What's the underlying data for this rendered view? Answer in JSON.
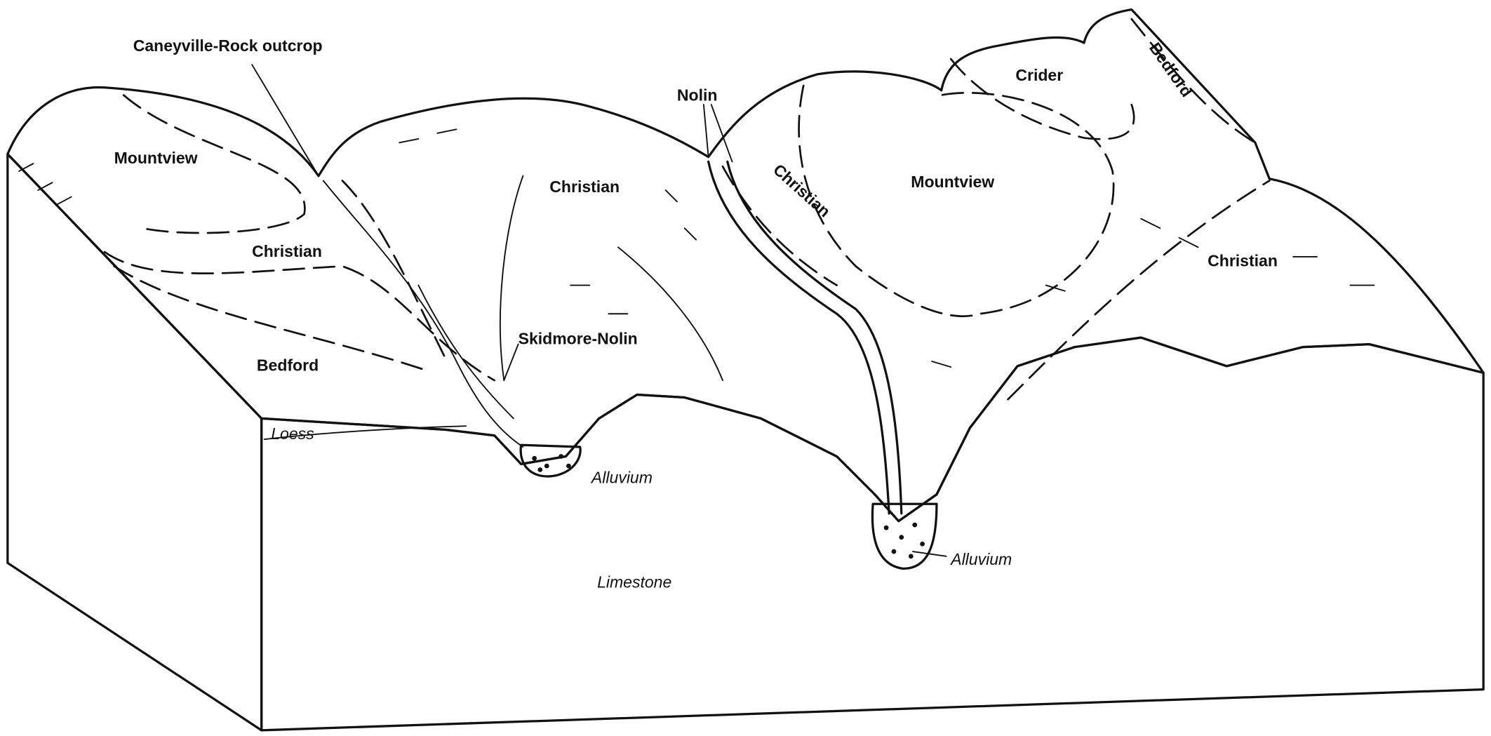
{
  "title": "Soil landscape block diagram",
  "labels": {
    "caneyville": "Caneyville-Rock outcrop",
    "mountview_left": "Mountview",
    "christian_left": "Christian",
    "bedford_left": "Bedford",
    "loess": "Loess",
    "christian_center": "Christian",
    "skidmore_nolin": "Skidmore-Nolin",
    "alluvium_left": "Alluvium",
    "nolin": "Nolin",
    "christian_slope": "Christian",
    "mountview_right": "Mountview",
    "crider": "Crider",
    "bedford_right": "Bedford",
    "christian_right": "Christian",
    "limestone": "Limestone",
    "alluvium_right": "Alluvium"
  }
}
